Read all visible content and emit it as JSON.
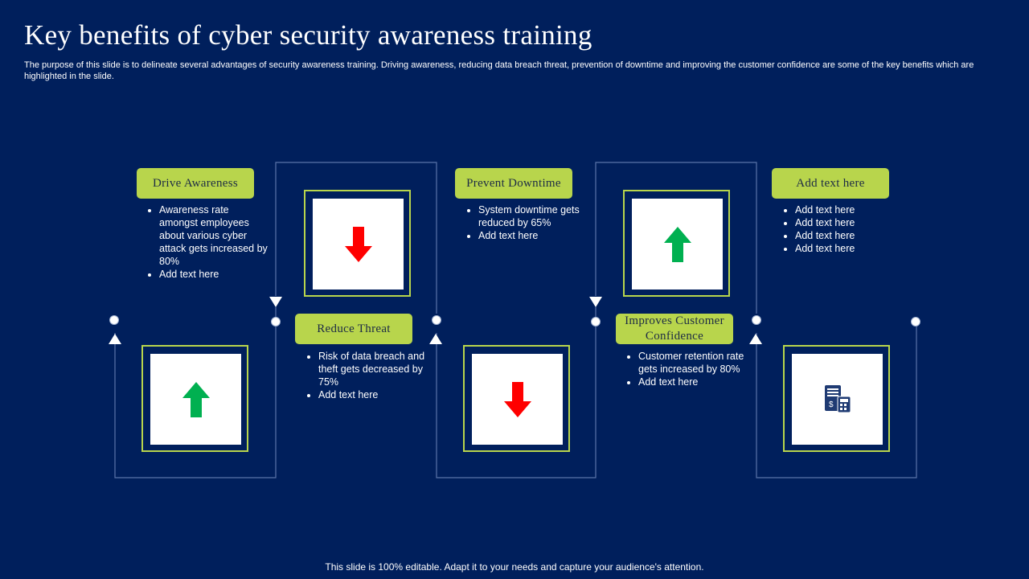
{
  "header": {
    "title": "Key benefits of cyber security awareness training",
    "subtitle": "The purpose of this slide is to delineate several advantages of security awareness training. Driving awareness, reducing data breach threat, prevention of downtime and improving the customer confidence are some of the key benefits which are highlighted in the slide."
  },
  "steps": [
    {
      "label": "Drive Awareness",
      "bullets": [
        "Awareness rate amongst employees about various cyber attack gets increased by 80%",
        "Add text here"
      ],
      "icon": "arrow-up-icon"
    },
    {
      "label": "Reduce Threat",
      "bullets": [
        "Risk of data breach and theft gets decreased by 75%",
        "Add text here"
      ],
      "icon": "arrow-down-icon"
    },
    {
      "label": "Prevent Downtime",
      "bullets": [
        "System downtime gets reduced by 65%",
        "Add text here"
      ],
      "icon": "arrow-down-icon"
    },
    {
      "label": "Improves Customer Confidence",
      "bullets": [
        "Customer retention rate gets increased by 80%",
        "Add text here"
      ],
      "icon": "arrow-up-icon"
    },
    {
      "label": "Add text here",
      "bullets": [
        "Add text here",
        "Add text here",
        "Add text here",
        "Add text here"
      ],
      "icon": "finance-calculator-icon"
    }
  ],
  "colors": {
    "background": "#001f5c",
    "label_fill": "#b8d54c",
    "frame_border": "#b8d54c",
    "arrow_up": "#00b050",
    "arrow_down": "#ff0000",
    "connector": "#5a73a8"
  },
  "footer": {
    "text": "This slide is 100% editable. Adapt it to your needs and capture your audience's attention."
  }
}
